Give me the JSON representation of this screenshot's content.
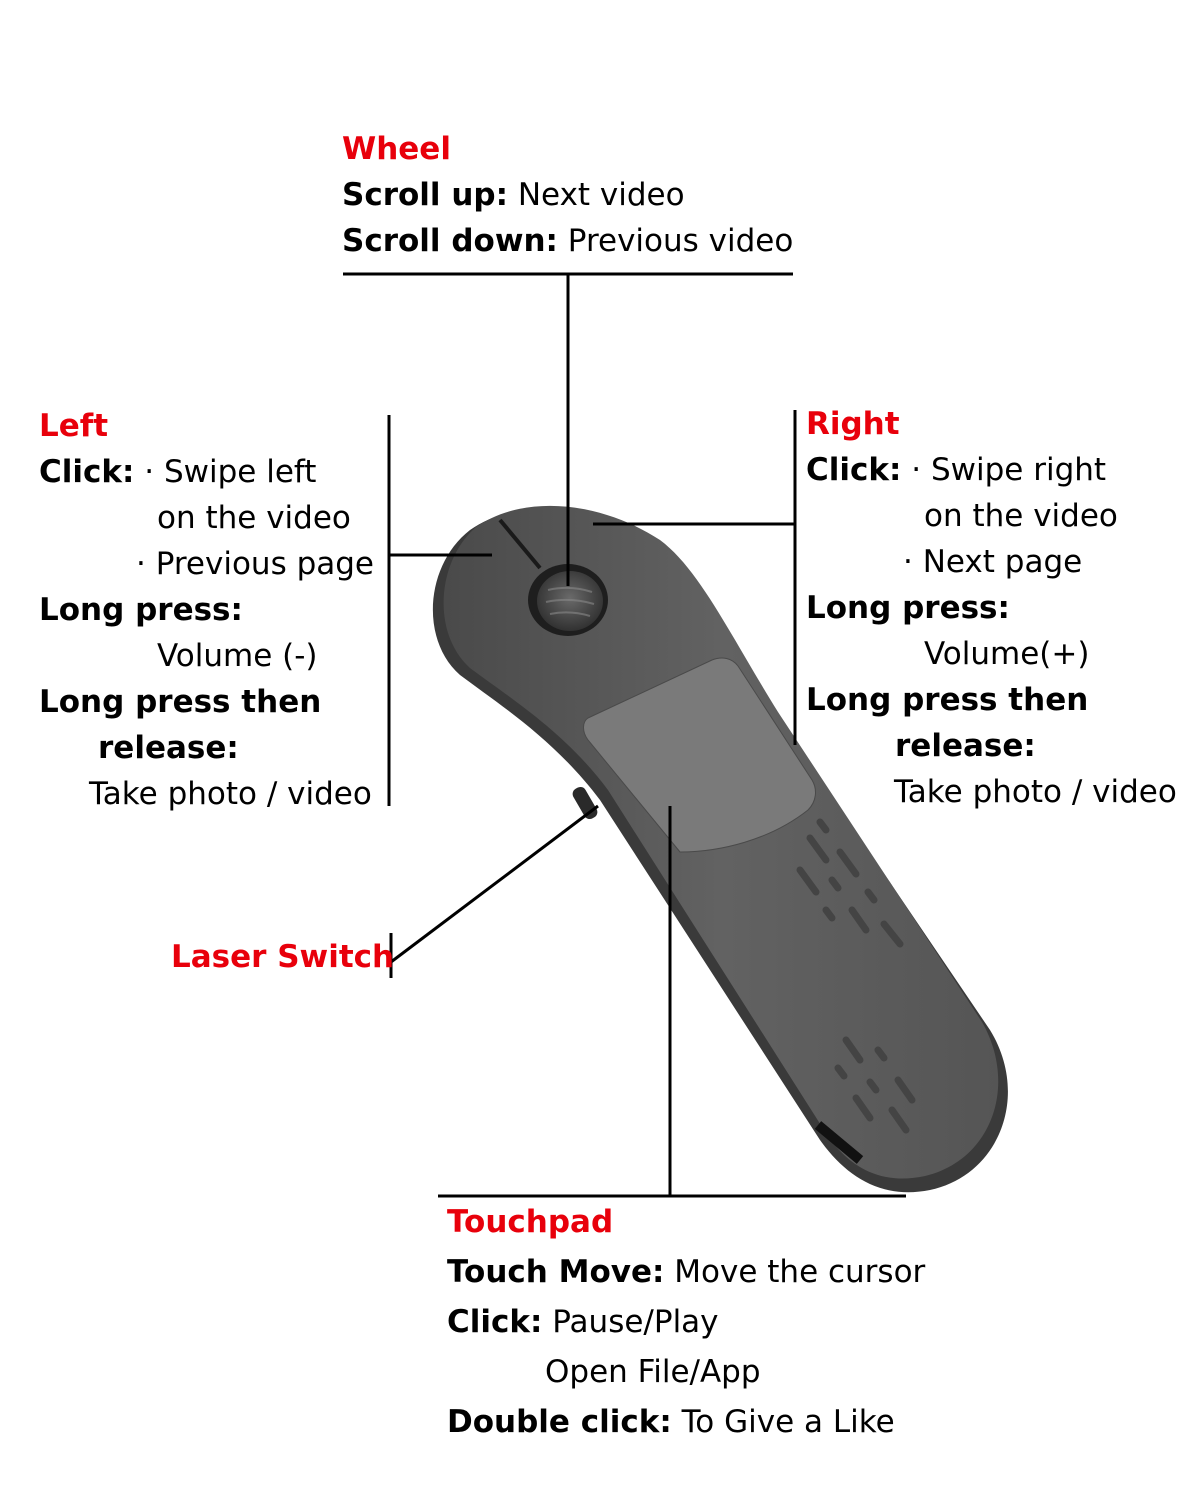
{
  "colors": {
    "title": "#e8000b",
    "text": "#000000",
    "device_body": "#5f5f5f",
    "touchpad": "#7a7a7a",
    "edge": "#3a3a3a"
  },
  "wheel": {
    "title": "Wheel",
    "lines": [
      {
        "label": "Scroll up:",
        "value": " Next video"
      },
      {
        "label": "Scroll down:",
        "value": " Previous video"
      }
    ]
  },
  "left": {
    "title": "Left",
    "click_label": "Click:",
    "click_items": [
      "· Swipe left",
      "on the video",
      "· Previous page"
    ],
    "long_press_label": "Long press:",
    "long_press_value": "Volume (-)",
    "long_release_label_1": "Long press then",
    "long_release_label_2": "release:",
    "long_release_value": "Take photo / video"
  },
  "right": {
    "title": "Right",
    "click_label": "Click:",
    "click_items": [
      "· Swipe right",
      "on the video",
      "· Next page"
    ],
    "long_press_label": "Long press:",
    "long_press_value": "Volume(+)",
    "long_release_label_1": "Long press then",
    "long_release_label_2": "release:",
    "long_release_value": "Take photo / video"
  },
  "laser": {
    "title": "Laser Switch"
  },
  "touchpad": {
    "title": "Touchpad",
    "lines": [
      {
        "label": "Touch Move:",
        "value": " Move the cursor"
      },
      {
        "label": "Click:",
        "value": " Pause/Play"
      },
      {
        "label": "",
        "value": "Open File/App"
      },
      {
        "label": "Double click:",
        "value": " To Give a Like"
      }
    ]
  }
}
